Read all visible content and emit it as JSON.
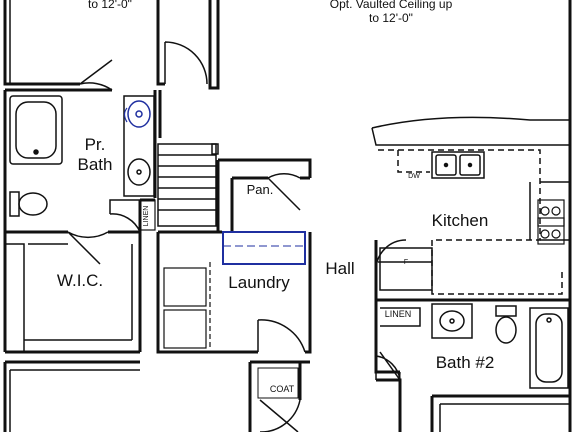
{
  "notes": {
    "top_left": "to 12'-0\"",
    "top_right_line1": "Opt. Vaulted Ceiling up",
    "top_right_line2": "to 12'-0\""
  },
  "rooms": {
    "pr_bath_line1": "Pr.",
    "pr_bath_line2": "Bath",
    "wic": "W.I.C.",
    "pantry": "Pan.",
    "laundry": "Laundry",
    "hall": "Hall",
    "kitchen": "Kitchen",
    "bath2": "Bath #2"
  },
  "fixtures": {
    "linen_left": "LINEN",
    "linen_right": "LINEN",
    "coat": "COAT",
    "dishwasher": "DW",
    "fridge": "F"
  },
  "colors": {
    "wall": "#111111",
    "dash": "#444444",
    "highlight": "#1f2fa0"
  }
}
